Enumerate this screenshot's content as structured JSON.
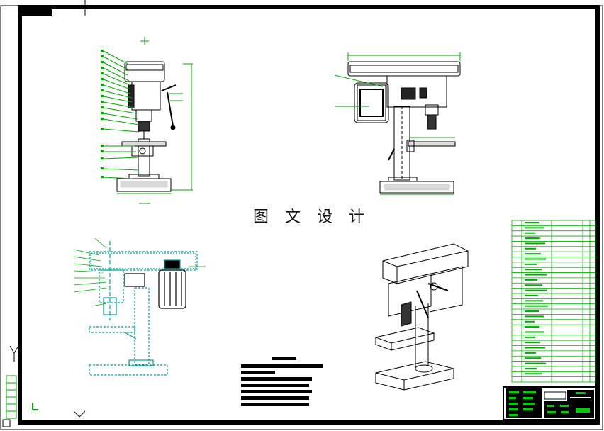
{
  "watermark": "图 文 设 计",
  "colors": {
    "frame": "#000000",
    "line": "#000000",
    "dimension": "#00aa00",
    "section": "#00a0a0",
    "table": "#00b000",
    "background": "#ffffff"
  },
  "views": [
    {
      "name": "front-view"
    },
    {
      "name": "side-view"
    },
    {
      "name": "section-view"
    },
    {
      "name": "iso-view"
    }
  ],
  "parts_table": {
    "rows": 31,
    "columns": 4
  },
  "title_block": {},
  "notes_block": {
    "lines": 7
  }
}
